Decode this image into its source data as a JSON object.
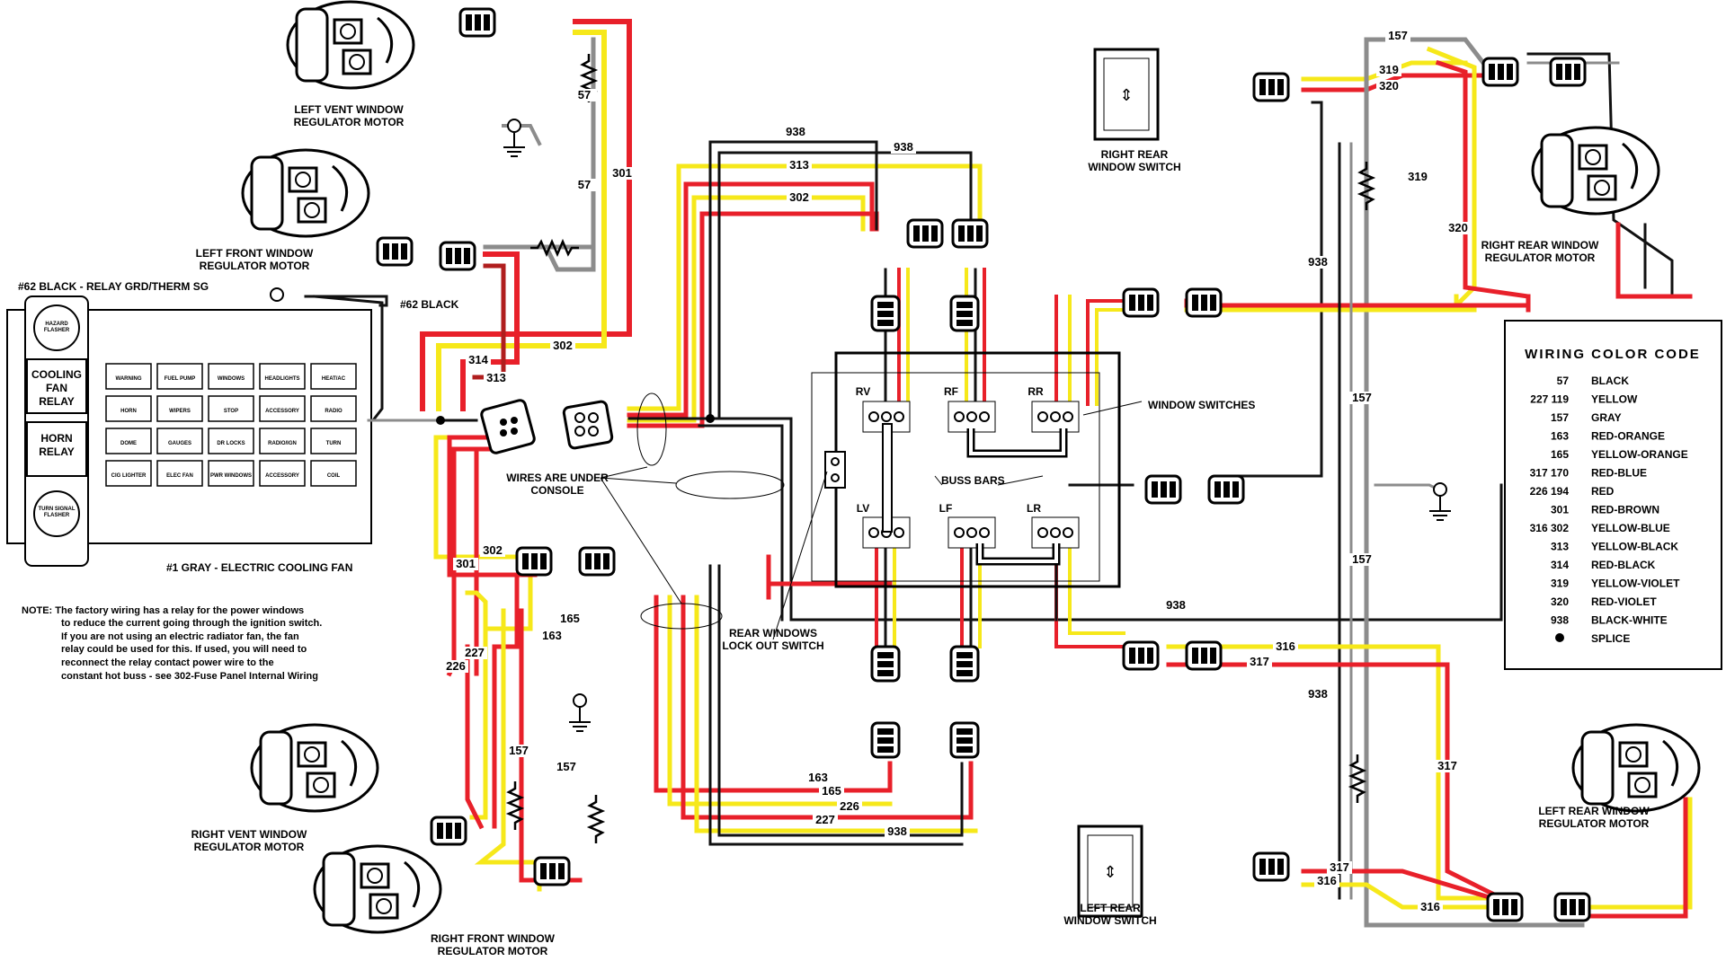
{
  "colors": {
    "red": "#e8202a",
    "yellow": "#f6e81a",
    "black": "#111111",
    "gray": "#8c8c8c",
    "darkred": "#b01e1e"
  },
  "components": {
    "left_vent_motor": "LEFT VENT WINDOW\nREGULATOR MOTOR",
    "left_front_motor": "LEFT FRONT WINDOW\nREGULATOR MOTOR",
    "right_vent_motor": "RIGHT VENT WINDOW\nREGULATOR MOTOR",
    "right_front_motor": "RIGHT FRONT WINDOW\nREGULATOR MOTOR",
    "right_rear_switch": "RIGHT REAR\nWINDOW SWITCH",
    "left_rear_switch": "LEFT REAR\nWINDOW SWITCH",
    "right_rear_motor": "RIGHT REAR WINDOW\nREGULATOR MOTOR",
    "left_rear_motor": "LEFT REAR WINDOW\nREGULATOR MOTOR"
  },
  "labels": {
    "relay_ground": "#62 BLACK - RELAY GRD/THERM SG",
    "black62": "#62 BLACK",
    "gray1": "#1 GRAY - ELECTRIC COOLING FAN",
    "under_console": "WIRES ARE UNDER\nCONSOLE",
    "lockout": "REAR WINDOWS\nLOCK OUT SWITCH",
    "window_switches": "WINDOW SWITCHES",
    "buss_bars": "BUSS BARS",
    "sw_rv": "RV",
    "sw_rf": "RF",
    "sw_rr": "RR",
    "sw_lv": "LV",
    "sw_lf": "LF",
    "sw_lr": "LR"
  },
  "fuse_panel": {
    "hazard": "HAZARD\nFLASHER",
    "cooling": "COOLING\nFAN\nRELAY",
    "horn": "HORN\nRELAY",
    "turn": "TURN SIGNAL\nFLASHER",
    "fuses": [
      "WARNING",
      "FUEL PUMP",
      "WINDOWS",
      "HEADLIGHTS",
      "HEAT/AC",
      "HORN",
      "WIPERS",
      "STOP",
      "ACCESSORY",
      "RADIO",
      "DOME",
      "GAUGES",
      "DR LOCKS",
      "RADIO/IGN",
      "TURN",
      "CIG LIGHTER",
      "ELEC FAN",
      "PWR WINDOWS",
      "ACCESSORY",
      "COIL"
    ]
  },
  "note": {
    "line1": "NOTE: The factory wiring has a relay for the power windows",
    "line2": "to reduce the current going through the ignition switch.",
    "line3": "If you are not using an electric radiator fan, the fan",
    "line4": "relay could be used for this. If used, you will need to",
    "line5": "reconnect the relay contact power wire to the",
    "line6": "constant hot buss - see 302-Fuse Panel Internal Wiring"
  },
  "wire_numbers": {
    "w57": "57",
    "w301": "301",
    "w302": "302",
    "w313": "313",
    "w314": "314",
    "w938": "938",
    "w227": "227",
    "w226": "226",
    "w165": "165",
    "w163": "163",
    "w157": "157",
    "w319": "319",
    "w320": "320",
    "w316": "316",
    "w317": "317"
  },
  "legend": {
    "title": "WIRING  COLOR  CODE",
    "rows": [
      {
        "codes": "57",
        "color": "BLACK"
      },
      {
        "codes": "227  119",
        "color": "YELLOW"
      },
      {
        "codes": "157",
        "color": "GRAY"
      },
      {
        "codes": "163",
        "color": "RED-ORANGE"
      },
      {
        "codes": "165",
        "color": "YELLOW-ORANGE"
      },
      {
        "codes": "317  170",
        "color": "RED-BLUE"
      },
      {
        "codes": "226  194",
        "color": "RED"
      },
      {
        "codes": "301",
        "color": "RED-BROWN"
      },
      {
        "codes": "316  302",
        "color": "YELLOW-BLUE"
      },
      {
        "codes": "313",
        "color": "YELLOW-BLACK"
      },
      {
        "codes": "314",
        "color": "RED-BLACK"
      },
      {
        "codes": "319",
        "color": "YELLOW-VIOLET"
      },
      {
        "codes": "320",
        "color": "RED-VIOLET"
      },
      {
        "codes": "938",
        "color": "BLACK-WHITE"
      },
      {
        "codes": "",
        "color": "SPLICE"
      }
    ]
  }
}
